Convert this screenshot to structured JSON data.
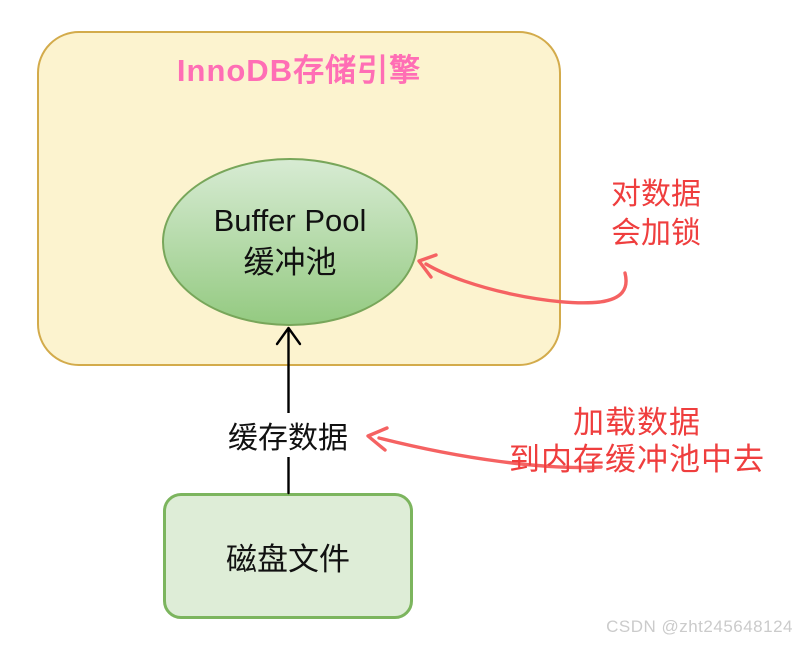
{
  "innodb": {
    "title": "InnoDB存储引擎"
  },
  "buffer_pool": {
    "line1": "Buffer Pool",
    "line2": "缓冲池"
  },
  "disk": {
    "label": "磁盘文件"
  },
  "edge": {
    "label": "缓存数据"
  },
  "notes": {
    "lock": {
      "line1": "对数据",
      "line2": "会加锁"
    },
    "load": {
      "line1": "加载数据",
      "line2": "到内存缓冲池中去"
    }
  },
  "watermark": "CSDN @zht245648124",
  "colors": {
    "container_fill": "#fcf3cf",
    "container_border": "#d3ab4b",
    "title": "#ff6eb5",
    "ellipse_top": "#d7ebd3",
    "ellipse_bottom": "#94ca81",
    "ellipse_border": "#78a65a",
    "disk_fill": "#deedd7",
    "disk_border": "#7cb55e",
    "annotation_text": "#ef3e3e",
    "annotation_arrow": "#f56262",
    "watermark": "#cbcbcb"
  }
}
